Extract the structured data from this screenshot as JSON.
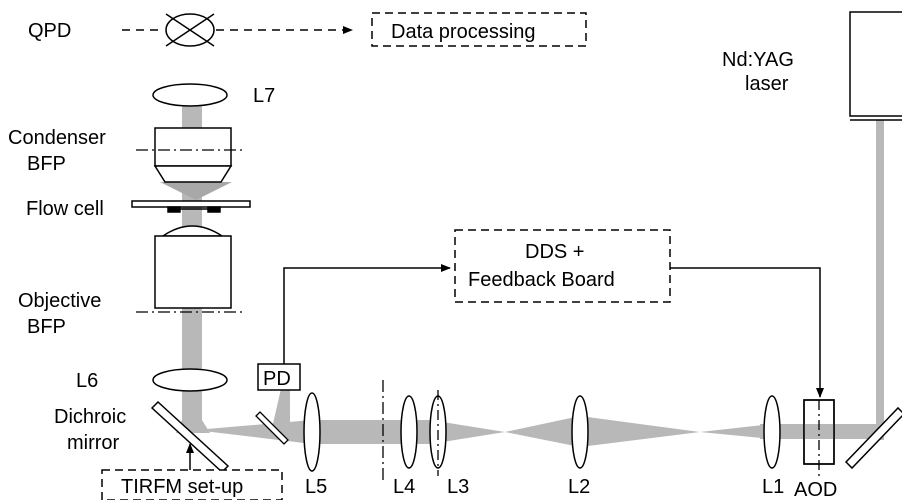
{
  "labels": {
    "qpd": "QPD",
    "data_processing": "Data processing",
    "laser_line1": "Nd:YAG",
    "laser_line2": "laser",
    "l7": "L7",
    "condenser_line1": "Condenser",
    "condenser_line2": "BFP",
    "flow_cell": "Flow cell",
    "objective_line1": "Objective",
    "objective_line2": "BFP",
    "dds_line1": "DDS +",
    "dds_line2": "Feedback Board",
    "l6": "L6",
    "pd": "PD",
    "dichroic_line1": "Dichroic",
    "dichroic_line2": "mirror",
    "tirfm": "TIRFM set-up",
    "l5": "L5",
    "l4": "L4",
    "l3": "L3",
    "l2": "L2",
    "l1": "L1",
    "aod": "AOD"
  },
  "colors": {
    "beam": "#b8b8b8",
    "beam_dark": "#a8a8a8",
    "line": "#000000",
    "background": "#ffffff"
  }
}
